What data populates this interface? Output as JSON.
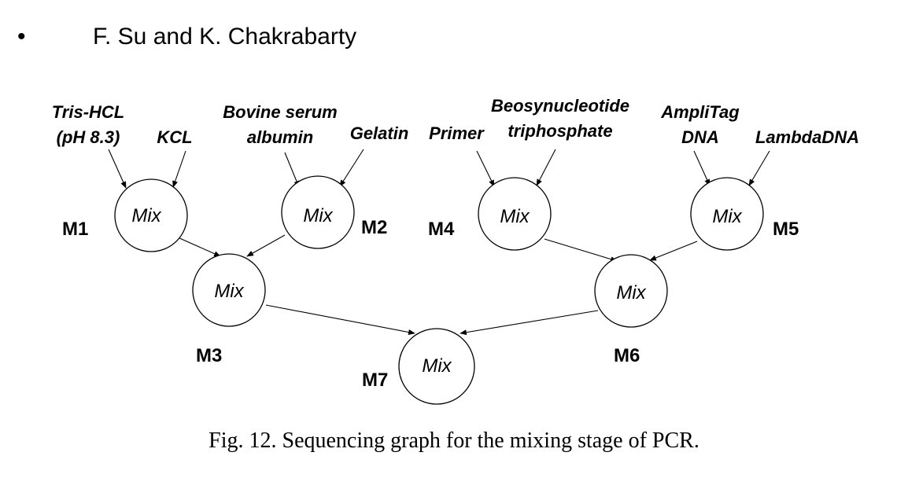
{
  "header": {
    "bullet": "•",
    "authors": "F. Su and K. Chakrabarty"
  },
  "inputs": {
    "tris_line1": "Tris-HCL",
    "tris_line2": "(pH 8.3)",
    "kcl": "KCL",
    "bovine_line1": "Bovine serum",
    "bovine_line2": "albumin",
    "gelatin": "Gelatin",
    "primer": "Primer",
    "beoso_line1": "Beosynucleotide",
    "beoso_line2": "triphosphate",
    "ampli_line1": "AmpliTag",
    "ampli_line2": "DNA",
    "lambda": "LambdaDNA"
  },
  "nodes": {
    "m1": {
      "label": "Mix",
      "name": "M1"
    },
    "m2": {
      "label": "Mix",
      "name": "M2"
    },
    "m3": {
      "label": "Mix",
      "name": "M3"
    },
    "m4": {
      "label": "Mix",
      "name": "M4"
    },
    "m5": {
      "label": "Mix",
      "name": "M5"
    },
    "m6": {
      "label": "Mix",
      "name": "M6"
    },
    "m7": {
      "label": "Mix",
      "name": "M7"
    }
  },
  "caption": "Fig. 12.   Sequencing graph for the mixing stage of PCR."
}
